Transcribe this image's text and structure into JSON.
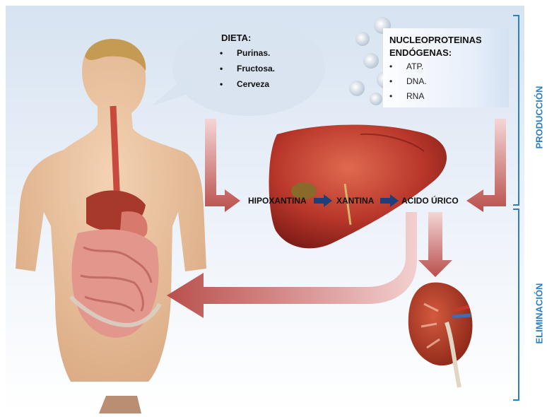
{
  "diet": {
    "title": "DIETA:",
    "items": [
      "Purinas.",
      "Fructosa.",
      "Cerveza"
    ]
  },
  "nucleoproteins": {
    "title_line1": "NUCLEOPROTEINAS",
    "title_line2": "ENDÓGENAS:",
    "items": [
      "ATP.",
      "DNA.",
      "RNA"
    ]
  },
  "pathway": {
    "step1": "HIPOXANTINA",
    "step2": "XANTINA",
    "step3": "ACIDO ÚRICO"
  },
  "phases": {
    "production": "PRODUCCIÓN",
    "elimination": "ELIMINACIÓN"
  },
  "colors": {
    "bracket": "#2e7fc0",
    "arrow": "#c0504d",
    "liver": "#a8322a"
  }
}
